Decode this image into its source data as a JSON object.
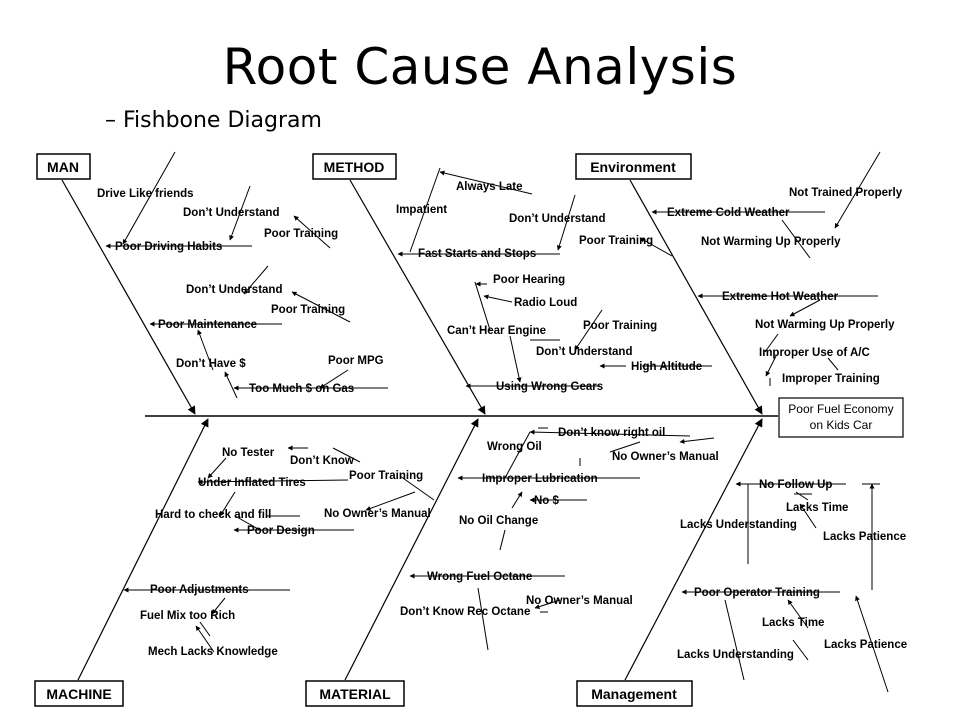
{
  "header": {
    "title": "Root Cause Analysis",
    "subtitle": "– Fishbone Diagram"
  },
  "effect": {
    "line1": "Poor Fuel Economy",
    "line2": "on Kids Car"
  },
  "categories": {
    "man": "MAN",
    "method": "METHOD",
    "environment": "Environment",
    "machine": "MACHINE",
    "material": "MATERIAL",
    "management": "Management"
  },
  "causes": {
    "man": {
      "drive_like_friends": "Drive Like friends",
      "dont_understand_1": "Don’t Understand",
      "poor_training_1": "Poor Training",
      "poor_driving_habits": "Poor Driving Habits",
      "dont_understand_2": "Don’t Understand",
      "poor_training_2": "Poor Training",
      "poor_maintenance": "Poor Maintenance",
      "dont_have_money": "Don’t Have $",
      "poor_mpg": "Poor MPG",
      "too_much_money_on_gas": "Too Much $ on Gas"
    },
    "method": {
      "always_late": "Always Late",
      "impatient": "Impatient",
      "dont_understand": "Don’t Understand",
      "poor_training_1": "Poor Training",
      "fast_starts_and_stops": "Fast Starts and Stops",
      "poor_hearing": "Poor Hearing",
      "radio_loud": "Radio Loud",
      "cant_hear_engine": "Can’t Hear Engine",
      "poor_training_2": "Poor Training",
      "dont_understand_2": "Don’t Understand",
      "high_altitude": "High Altitude",
      "using_wrong_gears": "Using Wrong Gears"
    },
    "environment": {
      "not_trained_properly": "Not Trained Properly",
      "extreme_cold_weather": "Extreme Cold Weather",
      "not_warming_up_1": "Not Warming Up Properly",
      "extreme_hot_weather": "Extreme Hot Weather",
      "not_warming_up_2": "Not Warming Up Properly",
      "improper_use_of_ac": "Improper Use of A/C",
      "improper_training": "Improper Training"
    },
    "machine": {
      "no_tester": "No Tester",
      "dont_know": "Don’t Know",
      "poor_training": "Poor Training",
      "under_inflated_tires": "Under Inflated Tires",
      "hard_to_check_and_fill": "Hard to check and fill",
      "no_owners_manual": "No Owner’s Manual",
      "poor_design": "Poor Design",
      "poor_adjustments": "Poor Adjustments",
      "fuel_mix_too_rich": "Fuel Mix too Rich",
      "mech_lacks_knowledge": "Mech Lacks Knowledge"
    },
    "material": {
      "dont_know_right_oil": "Don’t know right oil",
      "wrong_oil": "Wrong Oil",
      "no_owners_manual_1": "No Owner’s Manual",
      "improper_lubrication": "Improper Lubrication",
      "no_money": "No $",
      "no_oil_change": "No Oil Change",
      "wrong_fuel_octane": "Wrong Fuel Octane",
      "no_owners_manual_2": "No Owner’s Manual",
      "dont_know_rec_octane": "Don’t Know Rec Octane"
    },
    "management": {
      "no_follow_up": "No Follow Up",
      "lacks_time_1": "Lacks Time",
      "lacks_understanding_1": "Lacks Understanding",
      "lacks_patience_1": "Lacks Patience",
      "poor_operator_training": "Poor Operator Training",
      "lacks_time_2": "Lacks Time",
      "lacks_patience_2": "Lacks Patience",
      "lacks_understanding_2": "Lacks Understanding"
    }
  }
}
